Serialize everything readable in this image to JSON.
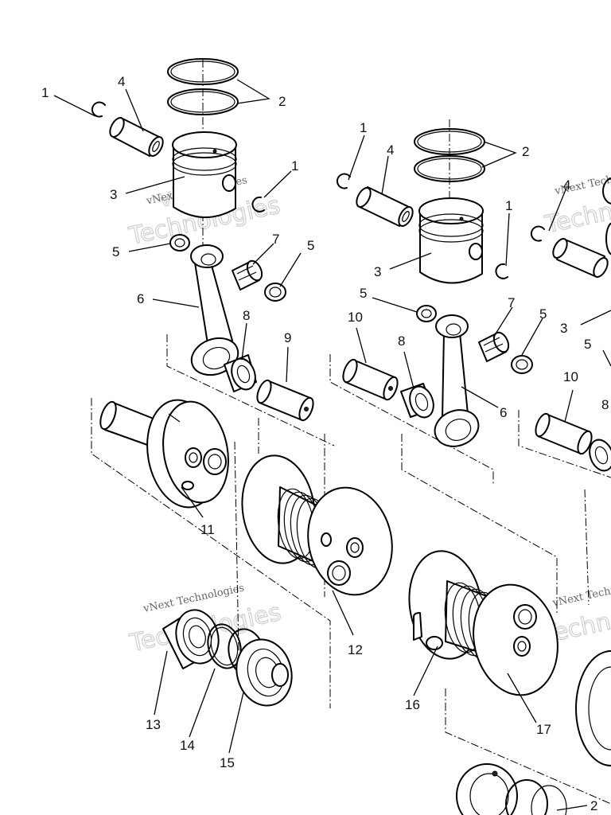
{
  "diagram": {
    "part_labels": [
      {
        "id": "lbl-a1",
        "text": "1"
      },
      {
        "id": "lbl-a4",
        "text": "4"
      },
      {
        "id": "lbl-a2",
        "text": "2"
      },
      {
        "id": "lbl-a3",
        "text": "3"
      },
      {
        "id": "lbl-a1b",
        "text": "1"
      },
      {
        "id": "lbl-a5",
        "text": "5"
      },
      {
        "id": "lbl-a7",
        "text": "7"
      },
      {
        "id": "lbl-a5b",
        "text": "5"
      },
      {
        "id": "lbl-a6",
        "text": "6"
      },
      {
        "id": "lbl-a8",
        "text": "8"
      },
      {
        "id": "lbl-a9",
        "text": "9"
      },
      {
        "id": "lbl-a11",
        "text": "11"
      },
      {
        "id": "lbl-a12",
        "text": "12"
      },
      {
        "id": "lbl-a13",
        "text": "13"
      },
      {
        "id": "lbl-a14",
        "text": "14"
      },
      {
        "id": "lbl-a15",
        "text": "15"
      },
      {
        "id": "lbl-b1",
        "text": "1"
      },
      {
        "id": "lbl-b4",
        "text": "4"
      },
      {
        "id": "lbl-b2",
        "text": "2"
      },
      {
        "id": "lbl-b1b",
        "text": "1"
      },
      {
        "id": "lbl-b3",
        "text": "3"
      },
      {
        "id": "lbl-b5",
        "text": "5"
      },
      {
        "id": "lbl-b7",
        "text": "7"
      },
      {
        "id": "lbl-b5b",
        "text": "5"
      },
      {
        "id": "lbl-b10",
        "text": "10"
      },
      {
        "id": "lbl-b8",
        "text": "8"
      },
      {
        "id": "lbl-b6",
        "text": "6"
      },
      {
        "id": "lbl-b16",
        "text": "16"
      },
      {
        "id": "lbl-b17",
        "text": "17"
      },
      {
        "id": "lbl-c4",
        "text": "4"
      },
      {
        "id": "lbl-c3",
        "text": "3"
      },
      {
        "id": "lbl-c5",
        "text": "5"
      },
      {
        "id": "lbl-c10",
        "text": "10"
      },
      {
        "id": "lbl-c8",
        "text": "8"
      },
      {
        "id": "lbl-c2",
        "text": "2"
      }
    ],
    "watermarks": [
      {
        "id": "wm-1",
        "small": "vNext Technologies",
        "big": "Technologies"
      },
      {
        "id": "wm-2",
        "small": "vNext Technologies",
        "big": "Technologies"
      },
      {
        "id": "wm-3",
        "small": "vNext Technologies",
        "big": "Technologies"
      },
      {
        "id": "wm-4",
        "small": "vNext Technologies",
        "big": "Technologies"
      }
    ]
  }
}
